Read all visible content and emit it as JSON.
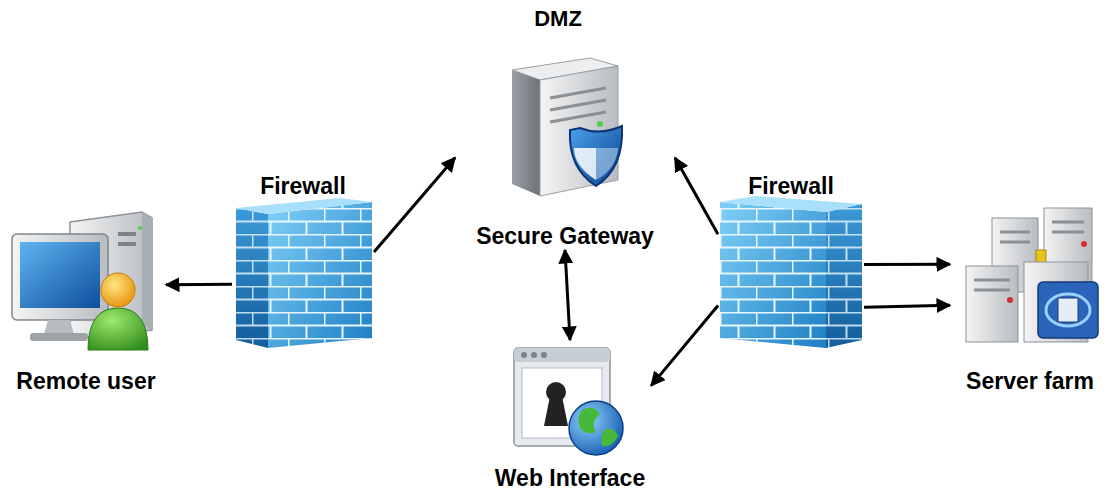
{
  "diagram": {
    "title": "DMZ",
    "nodes": [
      {
        "text": [
          "Remote user"
        ]
      },
      {
        "text": [
          "Firewall"
        ]
      },
      {
        "text": [
          "Secure Gateway"
        ]
      },
      {
        "text": [
          "Firewall"
        ]
      },
      {
        "text": [
          "Web Interface"
        ]
      },
      {
        "text": [
          "Server farm"
        ]
      }
    ],
    "edges": [
      {
        "from": 1,
        "to": 0,
        "arrow": "to"
      },
      {
        "from": 1,
        "to": 2,
        "arrow": "to"
      },
      {
        "from": 3,
        "to": 2,
        "arrow": "to"
      },
      {
        "from": 2,
        "to": 4,
        "arrow": "both"
      },
      {
        "from": 3,
        "to": 4,
        "arrow": "to"
      },
      {
        "from": 3,
        "to": 5,
        "arrow": "to"
      },
      {
        "from": 3,
        "to": 5,
        "arrow": "to"
      }
    ]
  }
}
